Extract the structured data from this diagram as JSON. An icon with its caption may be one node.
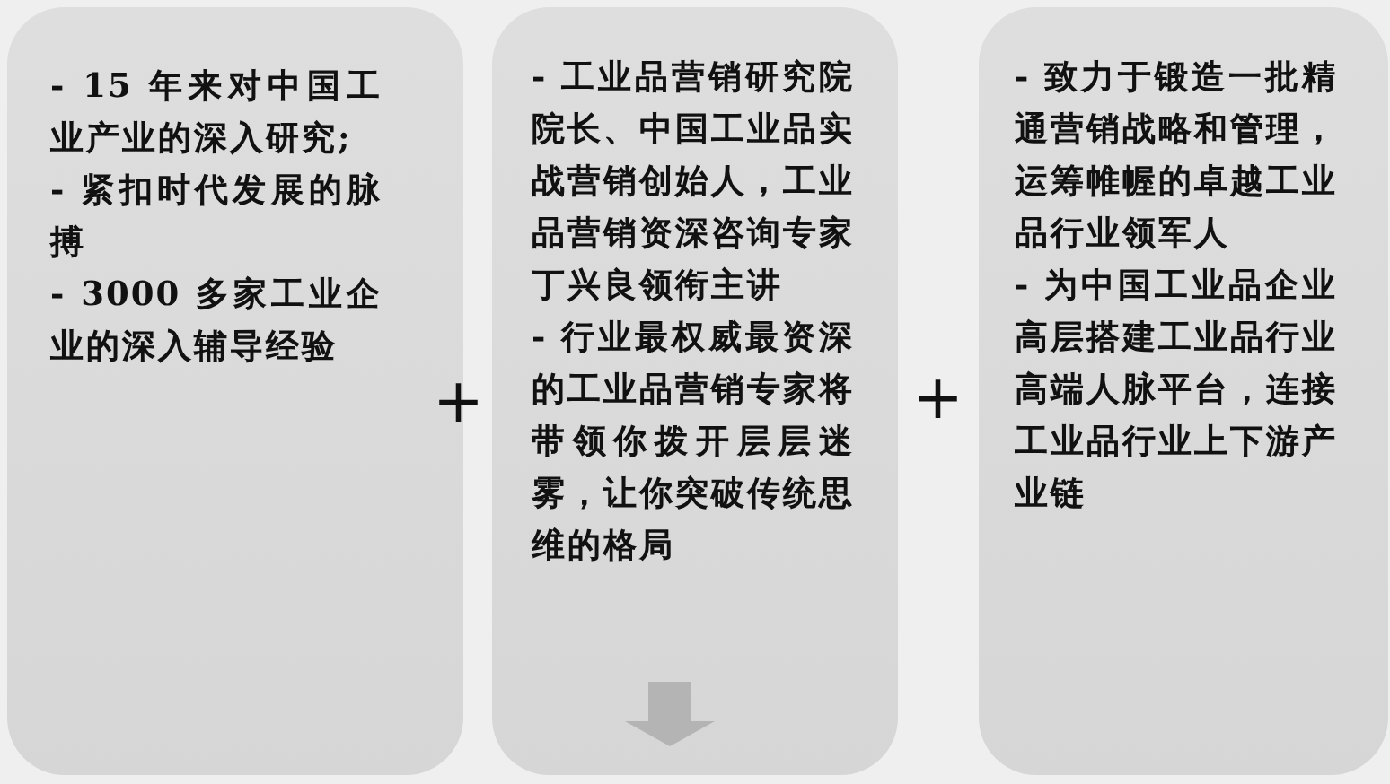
{
  "diagram": {
    "nodes": [
      {
        "text": [
          "- 15 年来对中国工业产业的深入研究;",
          "- 紧扣时代发展的脉搏",
          "- 3000 多家工业企业的深入辅导经验"
        ]
      },
      {
        "text": [
          "- 工业品营销研究院院长、中国工业品实战营销创始人，工业品营销资深咨询专家丁兴良领衔主讲",
          "- 行业最权威最资深的工业品营销专家将带领你拨开层层迷雾，让你突破传统思维的格局"
        ]
      },
      {
        "text": [
          "- 致力于锻造一批精通营销战略和管理，运筹帷幄的卓越工业品行业领军人",
          "- 为中国工业品企业高层搭建工业品行业高端人脉平台，连接工业品行业上下游产业链"
        ]
      }
    ],
    "labels": [
      "+",
      "+"
    ]
  }
}
